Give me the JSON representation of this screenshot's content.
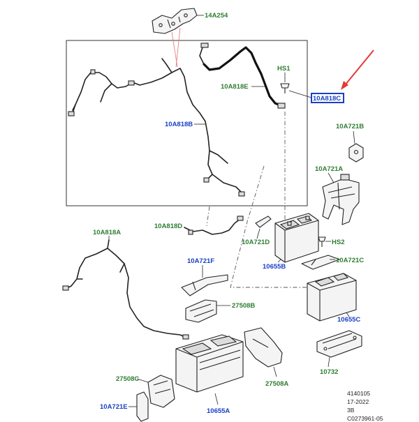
{
  "callouts": {
    "p14A254": "14A254",
    "hs1": "HS1",
    "p10A818E": "10A818E",
    "p10A818C": "10A818C",
    "p10A818B": "10A818B",
    "p10A721B": "10A721B",
    "p10A721A": "10A721A",
    "p10A818D": "10A818D",
    "p10A721D": "10A721D",
    "hs2": "HS2",
    "p10A818A": "10A818A",
    "p10655B": "10655B",
    "p10A721C": "10A721C",
    "p10A721F": "10A721F",
    "p27508B": "27508B",
    "p10655C": "10655C",
    "p27508C": "27508C",
    "p27508A": "27508A",
    "p10732": "10732",
    "p10A721E": "10A721E",
    "p10655A": "10655A"
  },
  "footer": {
    "line1": "4140105",
    "line2": "17-2022",
    "line3": "3B",
    "line4": "C0273961-05"
  },
  "colors": {
    "green_label": "#2e7d32",
    "blue_label": "#1a3fc4",
    "highlight_box": "#1a3fc4",
    "pointer_arrow": "#e53935"
  }
}
